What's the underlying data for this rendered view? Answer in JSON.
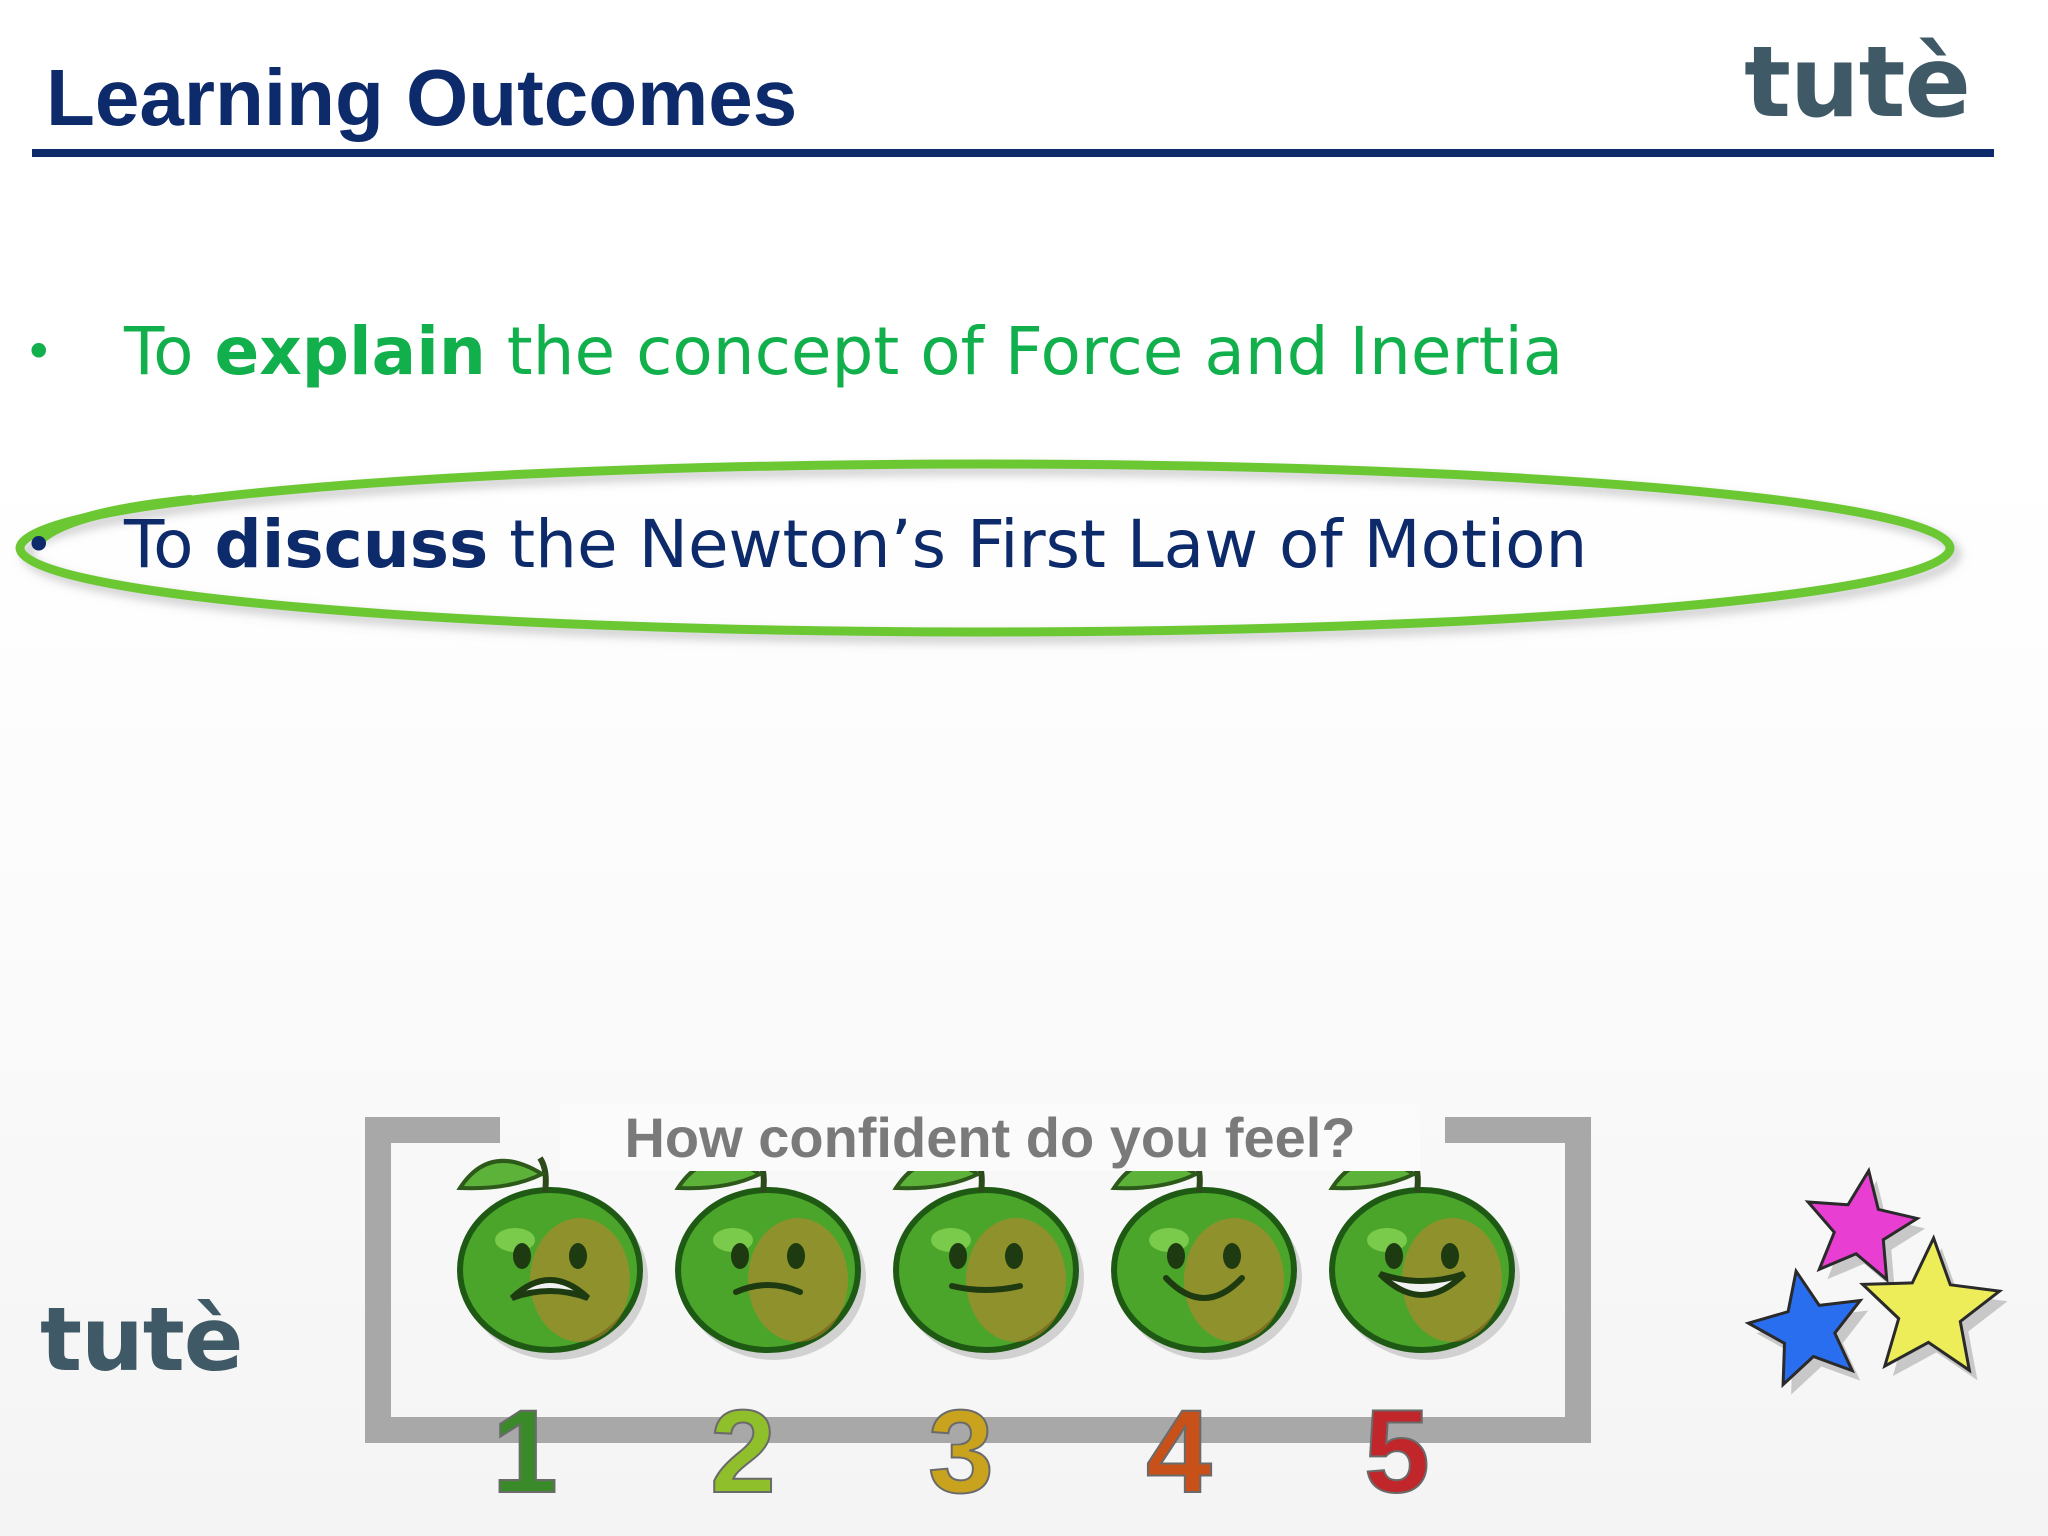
{
  "header": {
    "title": "Learning Outcomes",
    "logo_text": "tutè",
    "title_color": "#0d2a6b"
  },
  "outcomes": [
    {
      "bullet": "•",
      "lead": "To ",
      "verb": "explain",
      "rest": " the concept of Force and Inertia",
      "color": "#12b04c",
      "highlighted": false
    },
    {
      "bullet": "•",
      "lead": "To ",
      "verb": "discuss",
      "rest": " the Newton’s First Law of Motion",
      "color": "#0d2a6b",
      "highlighted": true
    }
  ],
  "confidence_scale": {
    "question": "How confident do you feel?",
    "levels": [
      {
        "label": "1",
        "face": "crying",
        "color": "#3a8a2a"
      },
      {
        "label": "2",
        "face": "unhappy",
        "color": "#8fbf2a"
      },
      {
        "label": "3",
        "face": "neutral",
        "color": "#c9a21e"
      },
      {
        "label": "4",
        "face": "smiling",
        "color": "#c8511a"
      },
      {
        "label": "5",
        "face": "grinning",
        "color": "#c0262a"
      }
    ]
  },
  "footer": {
    "logo_text": "tutè",
    "stars_icon": "stars-icon",
    "star_colors": [
      "#e83fd2",
      "#2a6ef0",
      "#eded5a"
    ]
  }
}
